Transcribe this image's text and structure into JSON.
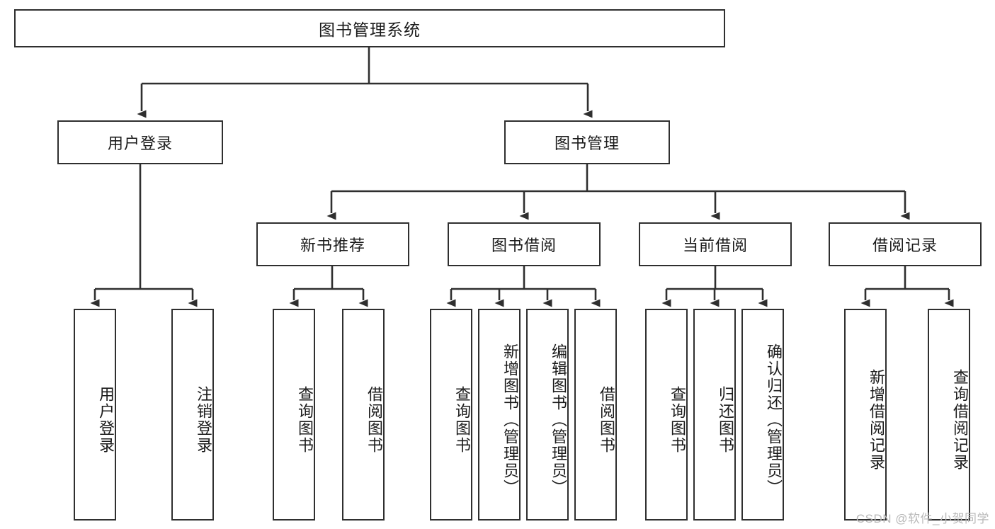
{
  "diagram": {
    "title": "图书管理系统",
    "type": "hierarchy-tree",
    "root": {
      "label": "图书管理系统"
    },
    "level2": [
      {
        "label": "用户登录"
      },
      {
        "label": "图书管理"
      }
    ],
    "level3": [
      {
        "label": "新书推荐"
      },
      {
        "label": "图书借阅"
      },
      {
        "label": "当前借阅"
      },
      {
        "label": "借阅记录"
      }
    ],
    "leaves": {
      "user_login": [
        {
          "label": "用户登录"
        },
        {
          "label": "注销登录"
        }
      ],
      "new_book_recommend": [
        {
          "label": "查询图书"
        },
        {
          "label": "借阅图书"
        }
      ],
      "book_borrow": [
        {
          "label": "查询图书"
        },
        {
          "label": "新增图书（管理员）"
        },
        {
          "label": "编辑图书（管理员）"
        },
        {
          "label": "借阅图书"
        }
      ],
      "current_borrow": [
        {
          "label": "查询图书"
        },
        {
          "label": "归还图书"
        },
        {
          "label": "确认归还（管理员）"
        }
      ],
      "borrow_record": [
        {
          "label": "新增借阅记录"
        },
        {
          "label": "查询借阅记录"
        }
      ]
    }
  },
  "watermark": {
    "text": "CSDN @软件_小贺同学"
  },
  "colors": {
    "box_border": "#2f2f2f",
    "box_fill": "#ffffff",
    "line": "#2f2f2f",
    "text": "#1b1b1b",
    "watermark": "#b9b9b9"
  }
}
